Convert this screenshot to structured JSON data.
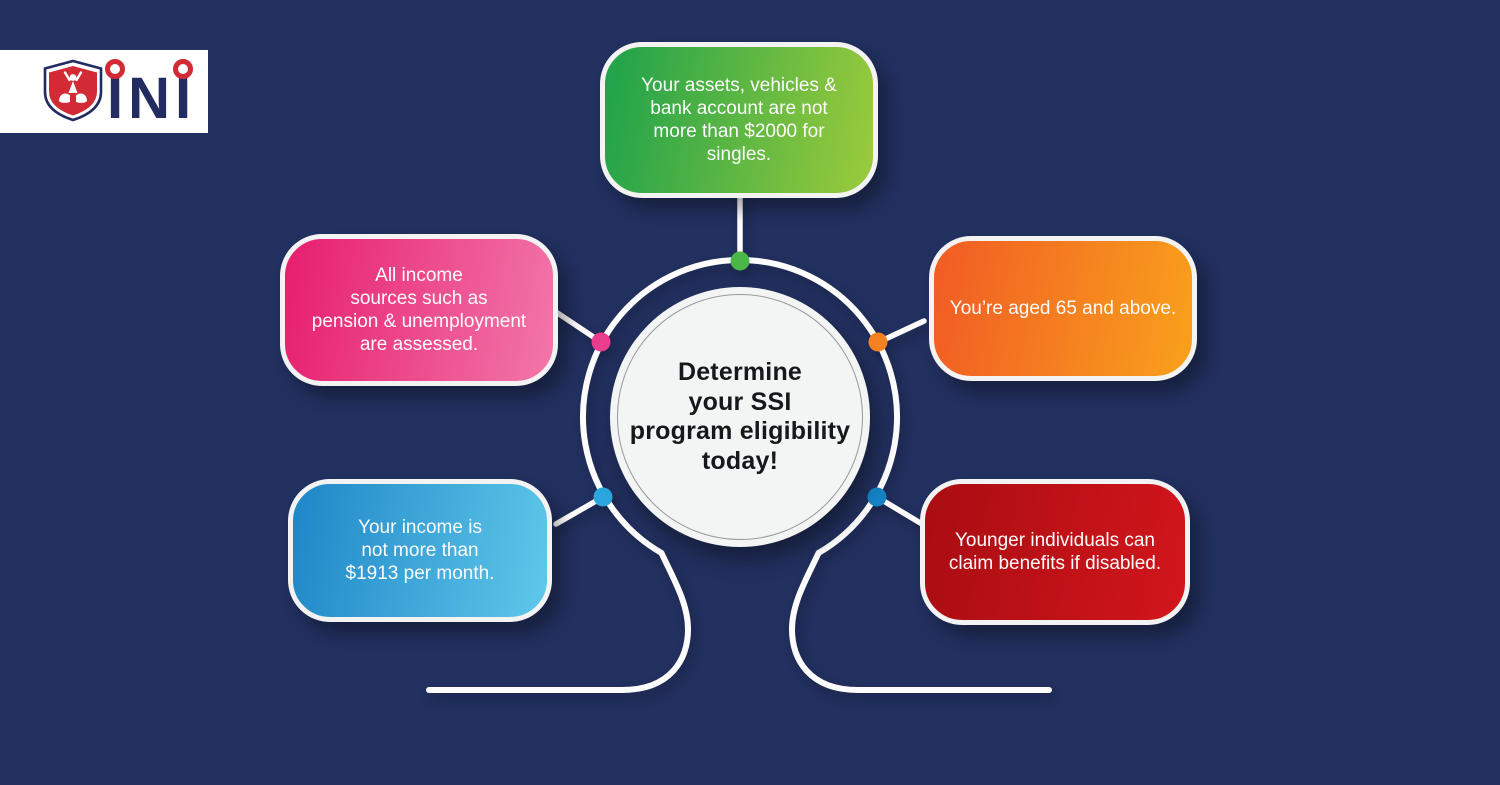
{
  "colors": {
    "background": "#22305f",
    "line": "#fdfdfd",
    "circle_fill": "#f3f4f4",
    "circle_inner_ring": "#97999c",
    "center_text_color": "#17181c"
  },
  "logo": {
    "name": "INI",
    "navy": "#232c60",
    "shield_red": "#d22b35",
    "ring_red": "#d22b35",
    "bg": "#ffffff"
  },
  "center": {
    "title": "Determine\nyour SSI\nprogram eligibility\ntoday!"
  },
  "nodes": [
    {
      "id": "assets",
      "position": "top",
      "text": "Your assets, vehicles &\nbank account are not\nmore than $2000 for\nsingles.",
      "gradient_from": "#1da24b",
      "gradient_to": "#9ccb3b",
      "dot_color": "#4cb749"
    },
    {
      "id": "income-sources",
      "position": "upper-left",
      "text": "All income\nsources such as\npension & unemployment\nare assessed.",
      "gradient_from": "#e71d6e",
      "gradient_to": "#f277aa",
      "dot_color": "#ea3d8e"
    },
    {
      "id": "age",
      "position": "upper-right",
      "text": "You’re aged 65 and above.",
      "gradient_from": "#f15b24",
      "gradient_to": "#f9a11c",
      "dot_color": "#f58220"
    },
    {
      "id": "monthly-income",
      "position": "lower-left",
      "text": "Your income is\nnot more than\n$1913 per month.",
      "gradient_from": "#1e86c7",
      "gradient_to": "#5fc8ea",
      "dot_color": "#2ba6de"
    },
    {
      "id": "disability",
      "position": "lower-right",
      "text": "Younger individuals can\nclaim benefits if disabled.",
      "gradient_from": "#a90d12",
      "gradient_to": "#d2161c",
      "dot_color": "#1583c6"
    }
  ]
}
